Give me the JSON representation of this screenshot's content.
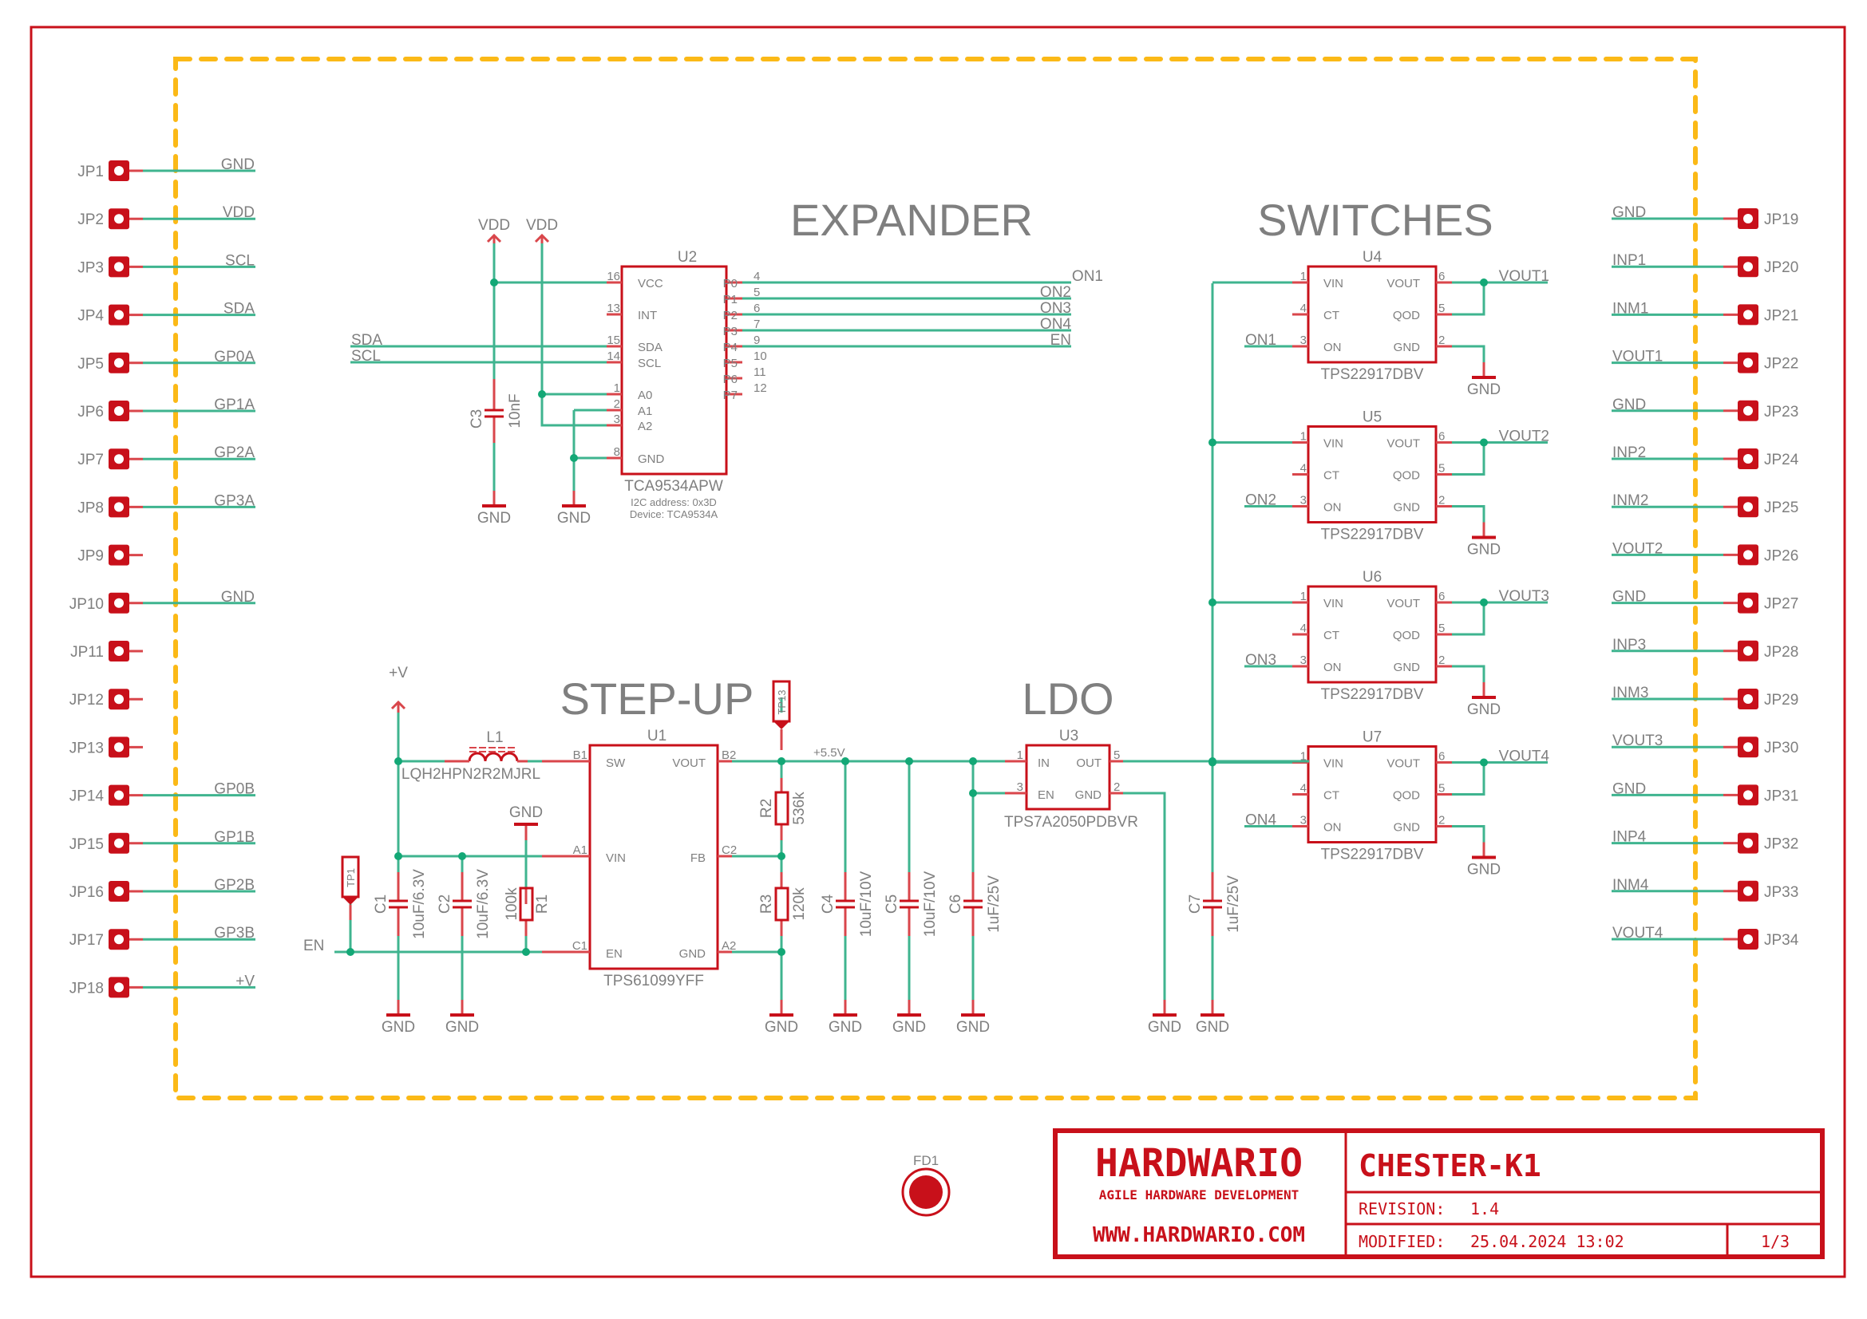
{
  "titleblock": {
    "company": "HARDWARIO",
    "tagline": "AGILE HARDWARE DEVELOPMENT",
    "website": "WWW.HARDWARIO.COM",
    "project": "CHESTER-K1",
    "revision_label": "REVISION:",
    "revision": "1.4",
    "modified_label": "MODIFIED:",
    "modified": "25.04.2024 13:02",
    "sheet": "1/3"
  },
  "colors": {
    "wire": "#3fb48f",
    "part": "#c8101a",
    "board_outline": "#fbb917",
    "text": "#7f7f7f"
  },
  "sections": {
    "expander": "EXPANDER",
    "switches": "SWITCHES",
    "stepup": "STEP-UP",
    "ldo": "LDO"
  },
  "left_connectors": [
    {
      "ref": "JP1",
      "net": "GND"
    },
    {
      "ref": "JP2",
      "net": "VDD"
    },
    {
      "ref": "JP3",
      "net": "SCL"
    },
    {
      "ref": "JP4",
      "net": "SDA"
    },
    {
      "ref": "JP5",
      "net": "GP0A"
    },
    {
      "ref": "JP6",
      "net": "GP1A"
    },
    {
      "ref": "JP7",
      "net": "GP2A"
    },
    {
      "ref": "JP8",
      "net": "GP3A"
    },
    {
      "ref": "JP9",
      "net": ""
    },
    {
      "ref": "JP10",
      "net": "GND"
    },
    {
      "ref": "JP11",
      "net": ""
    },
    {
      "ref": "JP12",
      "net": ""
    },
    {
      "ref": "JP13",
      "net": ""
    },
    {
      "ref": "JP14",
      "net": "GP0B"
    },
    {
      "ref": "JP15",
      "net": "GP1B"
    },
    {
      "ref": "JP16",
      "net": "GP2B"
    },
    {
      "ref": "JP17",
      "net": "GP3B"
    },
    {
      "ref": "JP18",
      "net": "+V"
    }
  ],
  "right_connectors": [
    {
      "ref": "JP19",
      "net": "GND"
    },
    {
      "ref": "JP20",
      "net": "INP1"
    },
    {
      "ref": "JP21",
      "net": "INM1"
    },
    {
      "ref": "JP22",
      "net": "VOUT1"
    },
    {
      "ref": "JP23",
      "net": "GND"
    },
    {
      "ref": "JP24",
      "net": "INP2"
    },
    {
      "ref": "JP25",
      "net": "INM2"
    },
    {
      "ref": "JP26",
      "net": "VOUT2"
    },
    {
      "ref": "JP27",
      "net": "GND"
    },
    {
      "ref": "JP28",
      "net": "INP3"
    },
    {
      "ref": "JP29",
      "net": "INM3"
    },
    {
      "ref": "JP30",
      "net": "VOUT3"
    },
    {
      "ref": "JP31",
      "net": "GND"
    },
    {
      "ref": "JP32",
      "net": "INP4"
    },
    {
      "ref": "JP33",
      "net": "INM4"
    },
    {
      "ref": "JP34",
      "net": "VOUT4"
    }
  ],
  "u2": {
    "ref": "U2",
    "value": "TCA9534APW",
    "note1": "I2C address: 0x3D",
    "note2": "Device: TCA9534A",
    "left_pins": [
      {
        "num": "16",
        "name": "VCC"
      },
      {
        "num": "13",
        "name": "INT"
      },
      {
        "num": "15",
        "name": "SDA"
      },
      {
        "num": "14",
        "name": "SCL"
      },
      {
        "num": "1",
        "name": "A0"
      },
      {
        "num": "2",
        "name": "A1"
      },
      {
        "num": "3",
        "name": "A2"
      },
      {
        "num": "8",
        "name": "GND"
      }
    ],
    "right_pins": [
      {
        "num": "4",
        "name": "P0",
        "net": "ON1"
      },
      {
        "num": "5",
        "name": "P1",
        "net": "ON2"
      },
      {
        "num": "6",
        "name": "P2",
        "net": "ON3"
      },
      {
        "num": "7",
        "name": "P3",
        "net": "ON4"
      },
      {
        "num": "9",
        "name": "P4",
        "net": "EN"
      },
      {
        "num": "10",
        "name": "P5",
        "net": ""
      },
      {
        "num": "11",
        "name": "P6",
        "net": ""
      },
      {
        "num": "12",
        "name": "P7",
        "net": ""
      }
    ],
    "vdd1": "VDD",
    "vdd2": "VDD",
    "sda": "SDA",
    "scl": "SCL",
    "gnd1": "GND",
    "gnd2": "GND",
    "c3_ref": "C3",
    "c3_value": "10nF"
  },
  "switches": [
    {
      "ref": "U4",
      "value": "TPS22917DBV",
      "on": "ON1",
      "vout": "VOUT1"
    },
    {
      "ref": "U5",
      "value": "TPS22917DBV",
      "on": "ON2",
      "vout": "VOUT2"
    },
    {
      "ref": "U6",
      "value": "TPS22917DBV",
      "on": "ON3",
      "vout": "VOUT3"
    },
    {
      "ref": "U7",
      "value": "TPS22917DBV",
      "on": "ON4",
      "vout": "VOUT4"
    }
  ],
  "switch_pins": {
    "left": [
      {
        "num": "1",
        "name": "VIN"
      },
      {
        "num": "4",
        "name": "CT"
      },
      {
        "num": "3",
        "name": "ON"
      }
    ],
    "right": [
      {
        "num": "6",
        "name": "VOUT"
      },
      {
        "num": "5",
        "name": "QOD"
      },
      {
        "num": "2",
        "name": "GND"
      }
    ],
    "gnd": "GND"
  },
  "u1": {
    "ref": "U1",
    "value": "TPS61099YFF",
    "pins": {
      "sw": {
        "num": "B1",
        "name": "SW"
      },
      "vin": {
        "num": "A1",
        "name": "VIN"
      },
      "en": {
        "num": "C1",
        "name": "EN"
      },
      "vout": {
        "num": "B2",
        "name": "VOUT"
      },
      "fb": {
        "num": "C2",
        "name": "FB"
      },
      "gnd": {
        "num": "A2",
        "name": "GND"
      }
    }
  },
  "stepup": {
    "vplus": "+V",
    "l1_ref": "L1",
    "l1_value": "LQH2HPN2R2MJRL",
    "c1_ref": "C1",
    "c1_value": "10uF/6.3V",
    "c2_ref": "C2",
    "c2_value": "10uF/6.3V",
    "r1_ref": "R1",
    "r1_value": "100k",
    "r1_gnd": "GND",
    "r2_ref": "R2",
    "r2_value": "536k",
    "r3_ref": "R3",
    "r3_value": "120k",
    "tp1": "TP1",
    "tp13": "TP13",
    "en": "EN",
    "v55": "+5.5V",
    "c4_ref": "C4",
    "c4_value": "10uF/10V",
    "c5_ref": "C5",
    "c5_value": "10uF/10V",
    "c6_ref": "C6",
    "c6_value": "1uF/25V",
    "gnd": "GND"
  },
  "u3": {
    "ref": "U3",
    "value": "TPS7A2050PDBVR",
    "pins": {
      "in": {
        "num": "1",
        "name": "IN"
      },
      "en": {
        "num": "3",
        "name": "EN"
      },
      "out": {
        "num": "5",
        "name": "OUT"
      },
      "gnd": {
        "num": "2",
        "name": "GND"
      }
    },
    "c7_ref": "C7",
    "c7_value": "1uF/25V",
    "gnd": "GND"
  },
  "fiducial": {
    "ref": "FD1"
  }
}
